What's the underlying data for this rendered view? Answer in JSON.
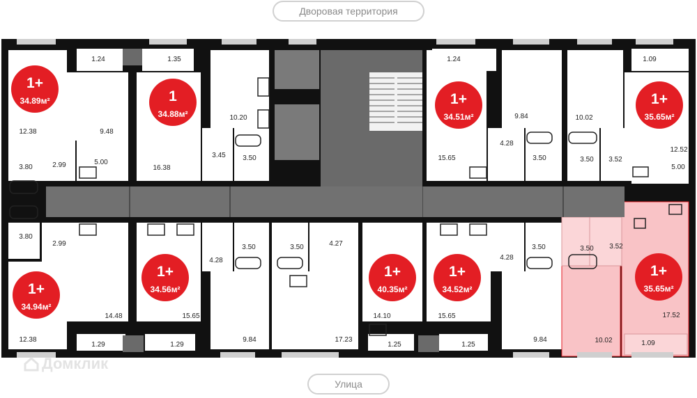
{
  "labels": {
    "top": "Дворовая территория",
    "bottom": "Улица"
  },
  "watermark": "Домклик",
  "colors": {
    "badge": "#e31e24",
    "highlight_fill": "#f7b7bb",
    "highlight_stroke": "#e31e24",
    "core": "#707070",
    "wall": "#111111"
  },
  "apartments": [
    {
      "rooms": "1+",
      "area": "34.89м²"
    },
    {
      "rooms": "1",
      "area": "34.88м²"
    },
    {
      "rooms": "1+",
      "area": "34.51м²"
    },
    {
      "rooms": "1+",
      "area": "35.65м²"
    },
    {
      "rooms": "1+",
      "area": "34.94м²"
    },
    {
      "rooms": "1+",
      "area": "34.56м²"
    },
    {
      "rooms": "1+",
      "area": "40.35м²"
    },
    {
      "rooms": "1+",
      "area": "34.52м²"
    },
    {
      "rooms": "1+",
      "area": "35.65м²"
    }
  ],
  "room_areas": [
    "1.24",
    "1.35",
    "1.24",
    "1.09",
    "12.38",
    "9.48",
    "2.99",
    "5.00",
    "3.80",
    "10.20",
    "3.45",
    "3.50",
    "16.38",
    "9.84",
    "4.28",
    "3.50",
    "15.65",
    "10.02",
    "3.50",
    "3.52",
    "12.52",
    "5.00",
    "3.80",
    "2.99",
    "12.38",
    "14.48",
    "1.29",
    "1.29",
    "4.28",
    "15.65",
    "3.50",
    "9.84",
    "3.50",
    "4.27",
    "17.23",
    "14.10",
    "1.25",
    "1.25",
    "4.28",
    "3.50",
    "15.65",
    "9.84",
    "3.50",
    "3.52",
    "10.02",
    "1.09",
    "17.52"
  ]
}
